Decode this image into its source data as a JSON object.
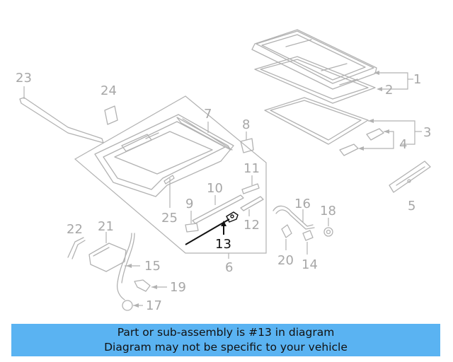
{
  "callouts": {
    "c1": "1",
    "c2": "2",
    "c3": "3",
    "c4": "4",
    "c5": "5",
    "c6": "6",
    "c7": "7",
    "c8": "8",
    "c9": "9",
    "c10": "10",
    "c11": "11",
    "c12": "12",
    "c13": "13",
    "c14": "14",
    "c15": "15",
    "c16": "16",
    "c17": "17",
    "c18": "18",
    "c19": "19",
    "c20": "20",
    "c21": "21",
    "c22": "22",
    "c23": "23",
    "c24": "24",
    "c25": "25"
  },
  "highlight": {
    "part_number": "13",
    "color": "#111111"
  },
  "banner": {
    "line1": "Part or sub-assembly is #13 in diagram",
    "line2": "Diagram may not be specific to your vehicle",
    "color": "#5ab3f2"
  },
  "colors": {
    "part_lines": "#b2b2b2",
    "callout_text": "#a7a7a7"
  }
}
